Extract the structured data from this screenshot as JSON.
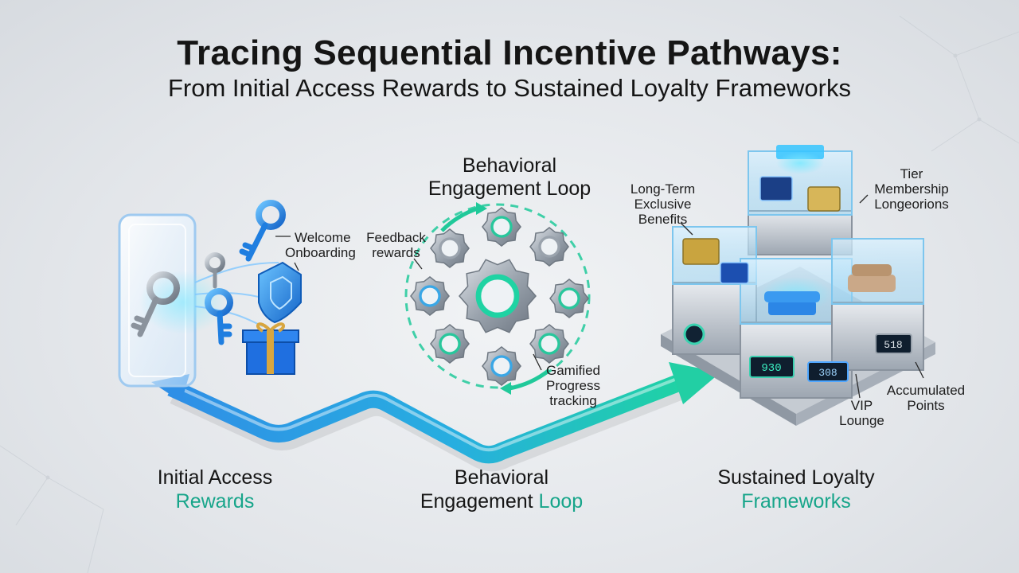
{
  "title": "Tracing Sequential Incentive Pathways:",
  "subtitle": "From Initial Access Rewards to Sustained Loyalty Frameworks",
  "callouts": {
    "welcome_1": "Welcome",
    "welcome_2": "Onboarding",
    "feedback_1": "Feedback",
    "feedback_2": "rewards",
    "loop_title_1": "Behavioral",
    "loop_title_2": "Engagement Loop",
    "gamified_1": "Gamified",
    "gamified_2": "Progress",
    "gamified_3": "tracking",
    "longterm_1": "Long-Term",
    "longterm_2": "Exclusive",
    "longterm_3": "Benefits",
    "tier_1": "Tier",
    "tier_2": "Membership",
    "tier_3": "Longeorions",
    "vip_1": "VIP",
    "vip_2": "Lounge",
    "points_1": "Accumulated",
    "points_2": "Points"
  },
  "screens": {
    "display_1": "930",
    "display_2": "308",
    "display_3": "518"
  },
  "stages": [
    {
      "line1": "Initial Access",
      "line2": "Rewards"
    },
    {
      "line1": "Behavioral",
      "line2a": "Engagement ",
      "line2b": "Loop"
    },
    {
      "line1": "Sustained Loyalty",
      "line2": "Frameworks"
    }
  ],
  "colors": {
    "blue": "#2f8fe6",
    "teal": "#1fc7a0",
    "accent_text": "#17a58a"
  },
  "icons": [
    "key-icon",
    "shield-icon",
    "gift-icon",
    "gear-icon",
    "card-icon",
    "sofa-icon"
  ]
}
